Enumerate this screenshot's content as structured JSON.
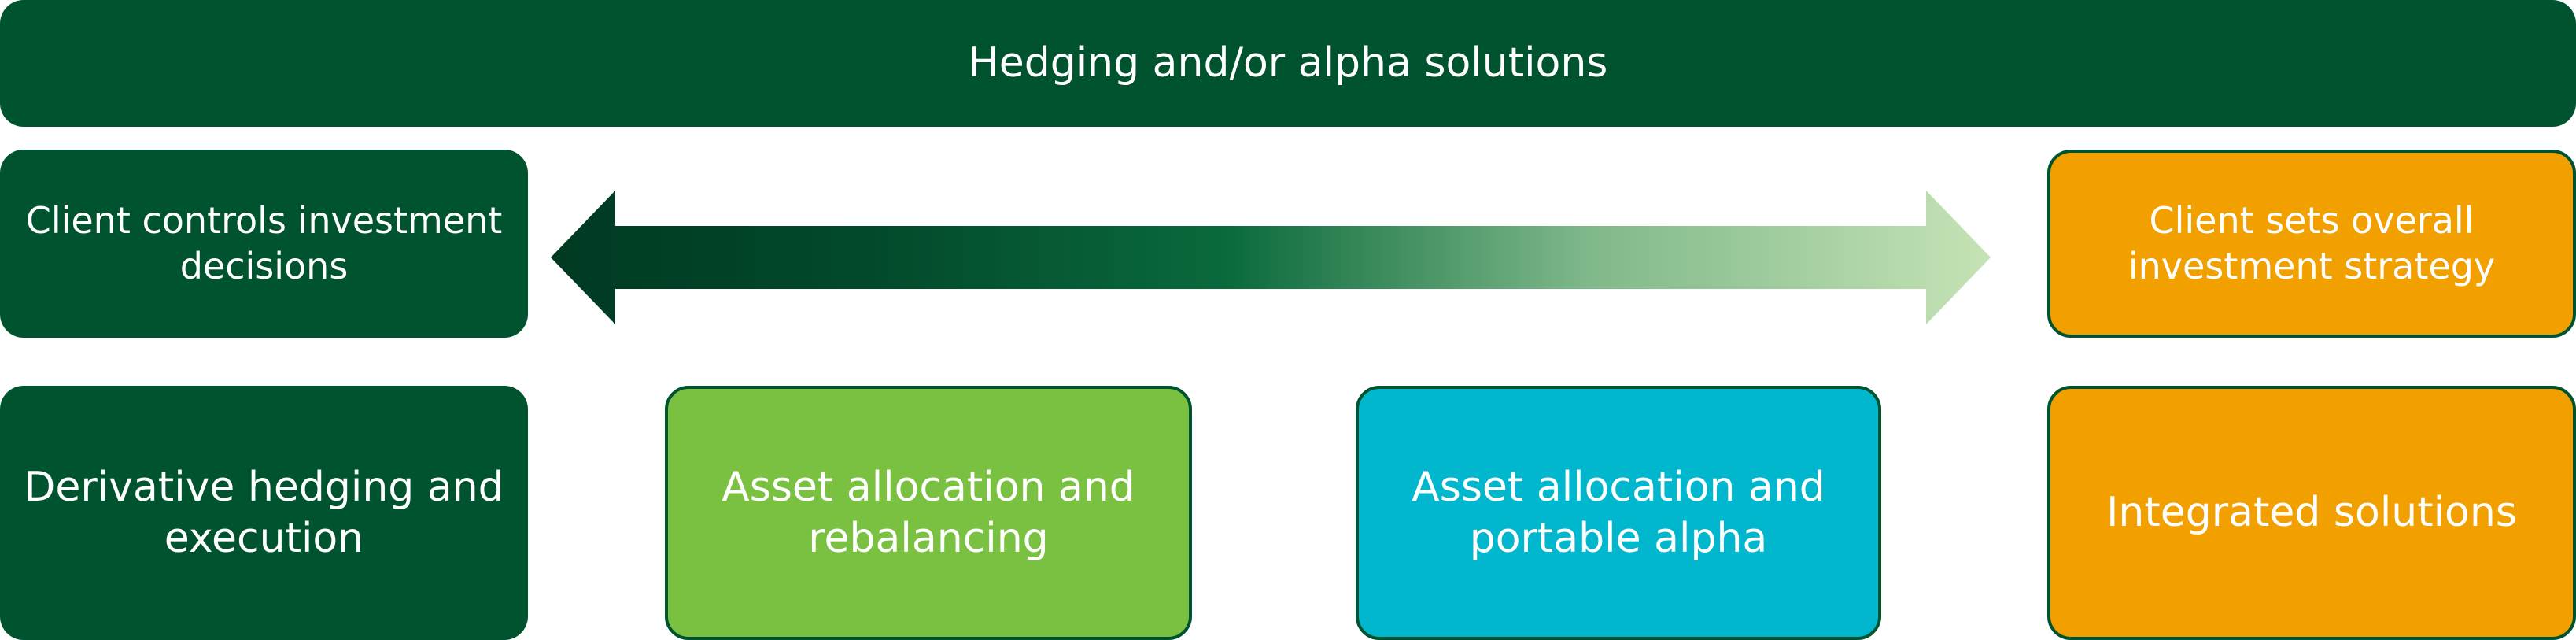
{
  "banner": {
    "label": "Hedging and/or alpha solutions"
  },
  "spectrum": {
    "left_label": "Client controls investment\ndecisions",
    "right_label": "Client sets overall\ninvestment strategy",
    "colors": {
      "start": "#003a22",
      "mid": "#0a6a3c",
      "end": "#c5e3b5"
    }
  },
  "solutions": [
    {
      "label": "Derivative hedging and\nexecution",
      "color": "#00532f"
    },
    {
      "label": "Asset allocation and\nrebalancing",
      "color": "#7ac142"
    },
    {
      "label": "Asset allocation and\nportable alpha",
      "color": "#00b7cd"
    },
    {
      "label": "Integrated solutions",
      "color": "#f29f00"
    }
  ]
}
